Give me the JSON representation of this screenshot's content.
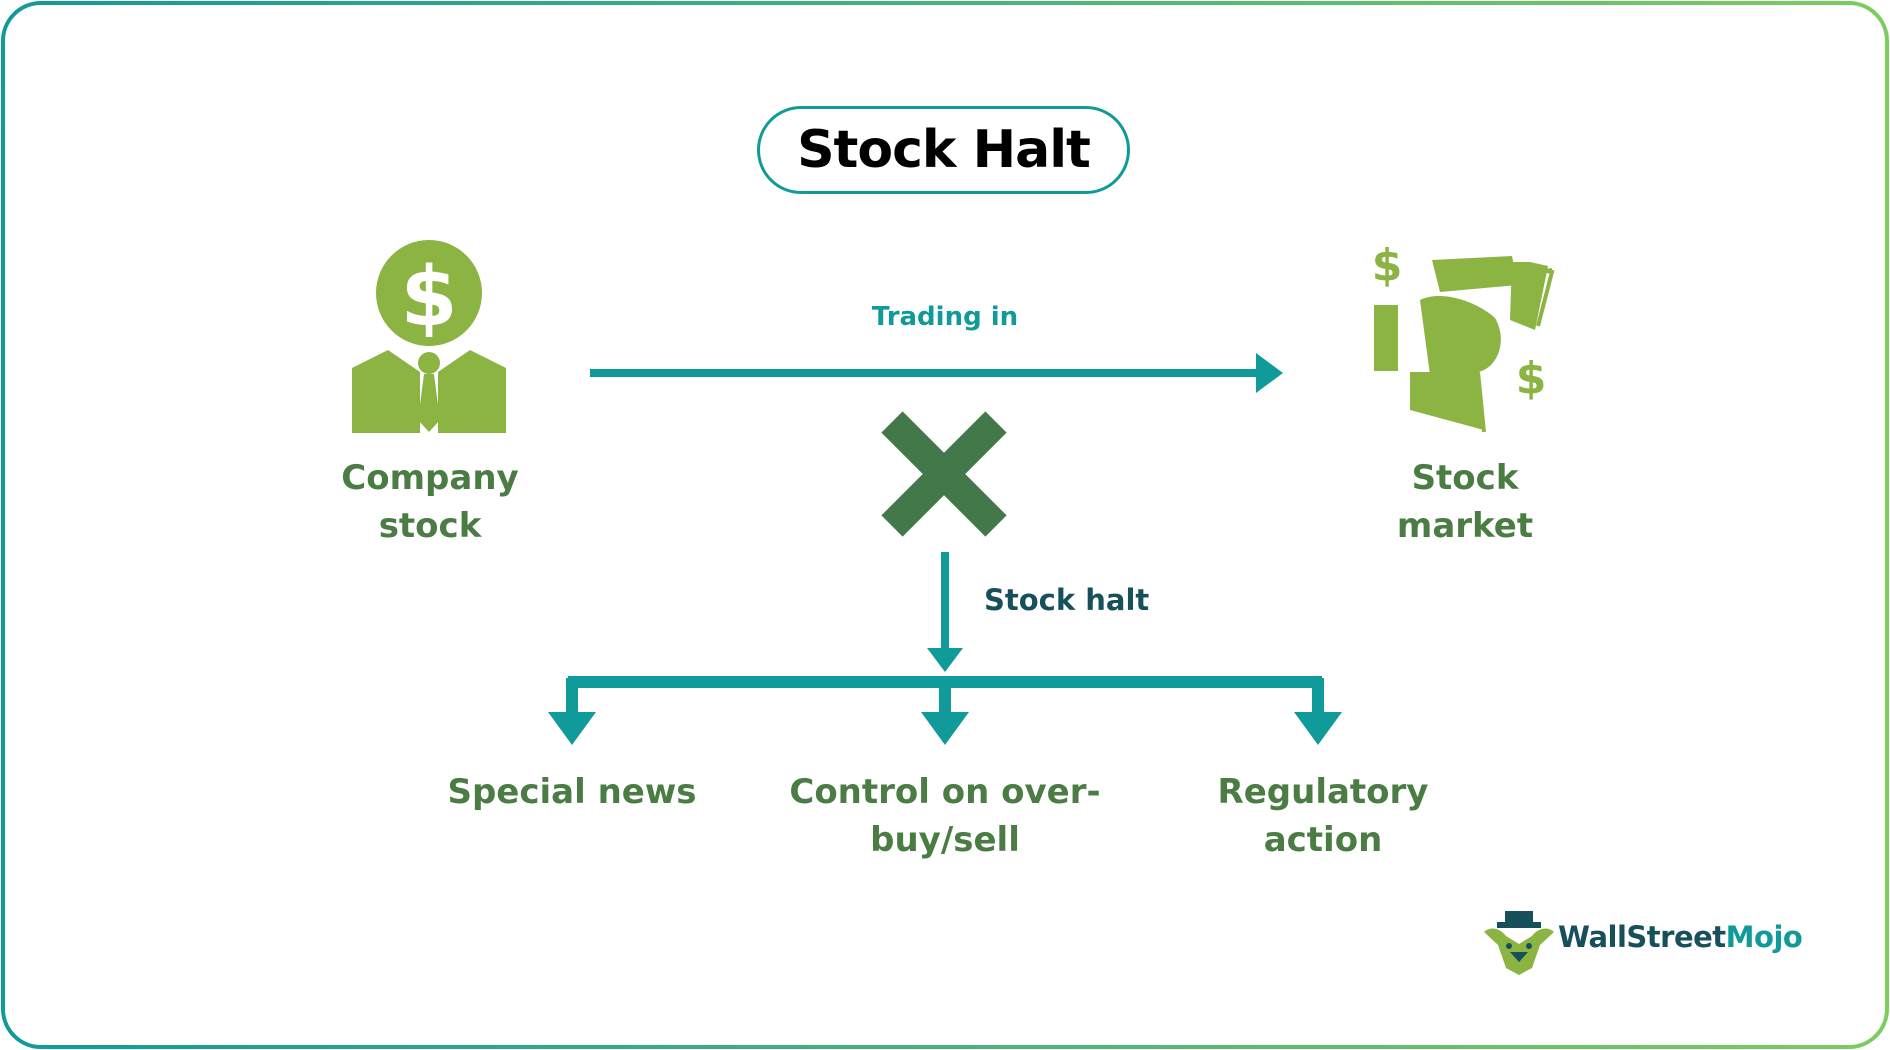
{
  "title": "Stock Halt",
  "nodes": {
    "company": {
      "line1": "Company",
      "line2": "stock"
    },
    "market": {
      "line1": "Stock",
      "line2": "market"
    }
  },
  "edges": {
    "trading_label": "Trading in",
    "halt_label": "Stock halt"
  },
  "reasons": [
    {
      "line1": "Special news",
      "line2": ""
    },
    {
      "line1": "Control on over-",
      "line2": "buy/sell"
    },
    {
      "line1": "Regulatory",
      "line2": "action"
    }
  ],
  "brand": {
    "part1": "WallStreet",
    "part2": "Mojo"
  },
  "colors": {
    "teal": "#119a9a",
    "icon_green": "#8cb443",
    "text_green": "#4a7c44",
    "cross_green": "#43784a",
    "dark_teal": "#17505a"
  }
}
